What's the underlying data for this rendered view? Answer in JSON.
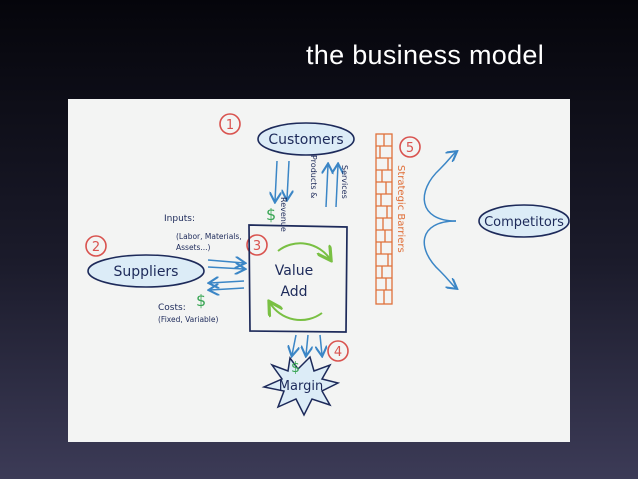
{
  "slide": {
    "title": "the business model"
  },
  "diagram": {
    "nodes": {
      "customers": "Customers",
      "suppliers": "Suppliers",
      "value_add_line1": "Value",
      "value_add_line2": "Add",
      "competitors": "Competitors",
      "margin": "Margin"
    },
    "markers": [
      "1",
      "2",
      "3",
      "4",
      "5"
    ],
    "labels": {
      "revenue": "Revenue",
      "products_services_line1": "Products &",
      "products_services_line2": "Services",
      "inputs": "Inputs:",
      "inputs_detail_line1": "(Labor, Materials,",
      "inputs_detail_line2": "Assets...)",
      "costs": "Costs:",
      "costs_detail": "(Fixed, Variable)",
      "strategic_barriers": "Strategic Barriers",
      "dollar": "$"
    },
    "colors": {
      "ink": "#1d2a5a",
      "ellipse_fill": "#dcecf7",
      "arrow_blue": "#3b86c6",
      "marker_red": "#d9534f",
      "dollar_green": "#3aa655",
      "wall_orange": "#e0703a",
      "cycle_green": "#79c043"
    }
  }
}
